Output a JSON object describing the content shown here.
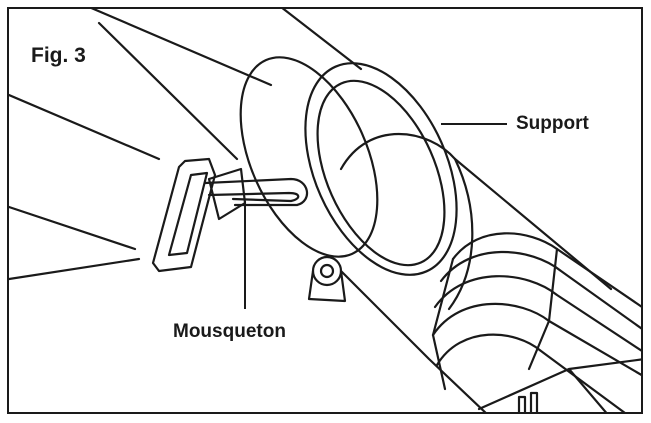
{
  "figure": {
    "title": "Fig. 3",
    "callouts": {
      "support": "Support",
      "mousqueton": "Mousqueton"
    }
  },
  "colors": {
    "line": "#1a1a1a",
    "background": "#ffffff"
  }
}
